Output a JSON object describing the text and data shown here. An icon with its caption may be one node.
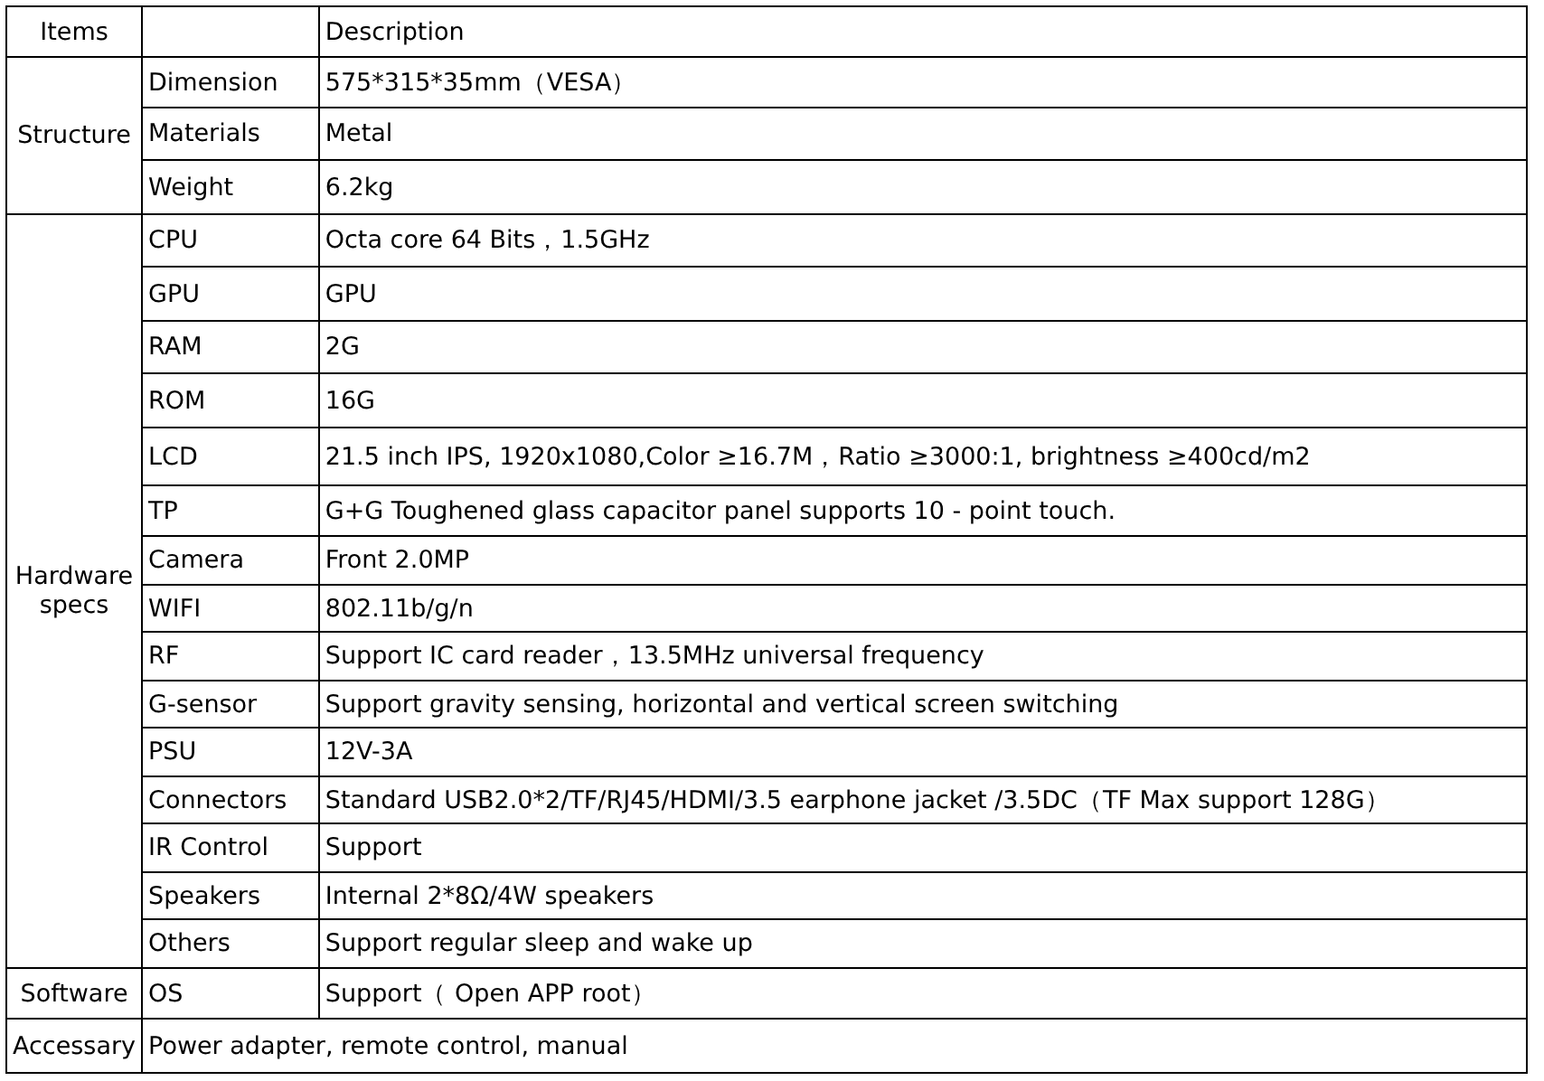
{
  "diagram": {
    "labels": [
      "Items",
      "Description",
      "Structure",
      "Dimension",
      "575*315*35mm（VESA）",
      "Materials",
      "Metal",
      "Weight",
      "6.2kg",
      "Hardware specs",
      "CPU",
      "Octa core 64 Bits，1.5GHz",
      "GPU",
      "GPU",
      "RAM",
      "2G",
      "ROM",
      "16G",
      "LCD",
      "21.5 inch IPS, 1920x1080,Color ≥16.7M，Ratio ≥3000:1, brightness ≥400cd/m2",
      "TP",
      "G+G Toughened glass capacitor panel supports 10 - point touch.",
      "Camera",
      "Front 2.0MP",
      "WIFI",
      "802.11b/g/n",
      "RF",
      "Support IC card reader，13.5MHz universal frequency",
      "G-sensor",
      "Support gravity sensing, horizontal and vertical screen switching",
      "PSU",
      "12V-3A",
      "Connectors",
      "Standard USB2.0*2/TF/RJ45/HDMI/3.5 earphone jacket /3.5DC（TF Max support 128G）",
      "IR Control",
      "Support",
      "Speakers",
      "Internal 2*8Ω/4W speakers",
      "Others",
      "Support regular sleep and wake up",
      "Software",
      "OS",
      "Support（ Open APP root）",
      "Accessary",
      "Power adapter, remote control, manual"
    ]
  }
}
